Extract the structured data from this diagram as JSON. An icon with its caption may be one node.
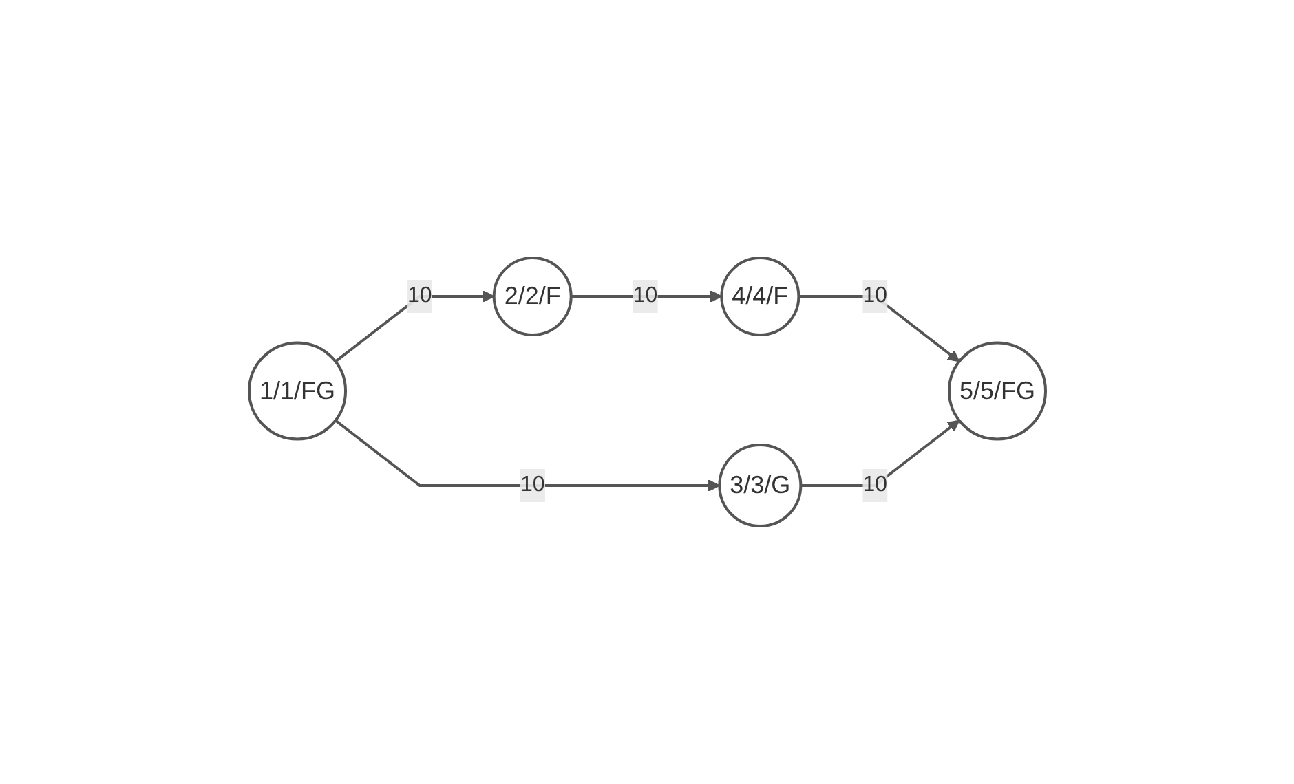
{
  "diagram": {
    "nodes": [
      {
        "text": [
          "1/1/FG"
        ]
      },
      {
        "text": [
          "2/2/F"
        ]
      },
      {
        "text": [
          "3/3/G"
        ]
      },
      {
        "text": [
          "4/4/F"
        ]
      },
      {
        "text": [
          "5/5/FG"
        ]
      }
    ],
    "edges": [
      {
        "from": 0,
        "to": 1,
        "arrow": "to",
        "label": "10"
      },
      {
        "from": 1,
        "to": 3,
        "arrow": "to",
        "label": "10"
      },
      {
        "from": 3,
        "to": 4,
        "arrow": "to",
        "label": "10"
      },
      {
        "from": 0,
        "to": 2,
        "arrow": "to",
        "label": "10"
      },
      {
        "from": 2,
        "to": 4,
        "arrow": "to",
        "label": "10"
      }
    ]
  }
}
